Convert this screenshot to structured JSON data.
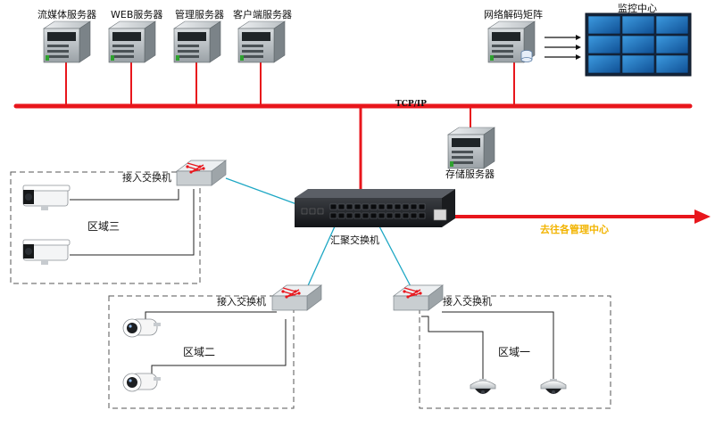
{
  "servers": {
    "streaming": "流媒体服务器",
    "web": "WEB服务器",
    "management": "管理服务器",
    "client": "客户端服务器",
    "storage": "存储服务器"
  },
  "decoder_label": "网络解码矩阵",
  "monitor_label": "监控中心",
  "bus_label": "TCP/IP",
  "core_switch_label": "汇聚交换机",
  "destination_label": "去往各管理中心",
  "regions": [
    {
      "name": "区域三",
      "switch_label": "接入交换机"
    },
    {
      "name": "区域二",
      "switch_label": "接入交换机"
    },
    {
      "name": "区域一",
      "switch_label": "接入交换机"
    }
  ],
  "colors": {
    "bus": "#e8161c",
    "link": "#1da7c4",
    "wire": "#222222",
    "destination_text": "#f2b400",
    "region_border": "#555555",
    "monitor_screen": "#1d6fb8"
  }
}
